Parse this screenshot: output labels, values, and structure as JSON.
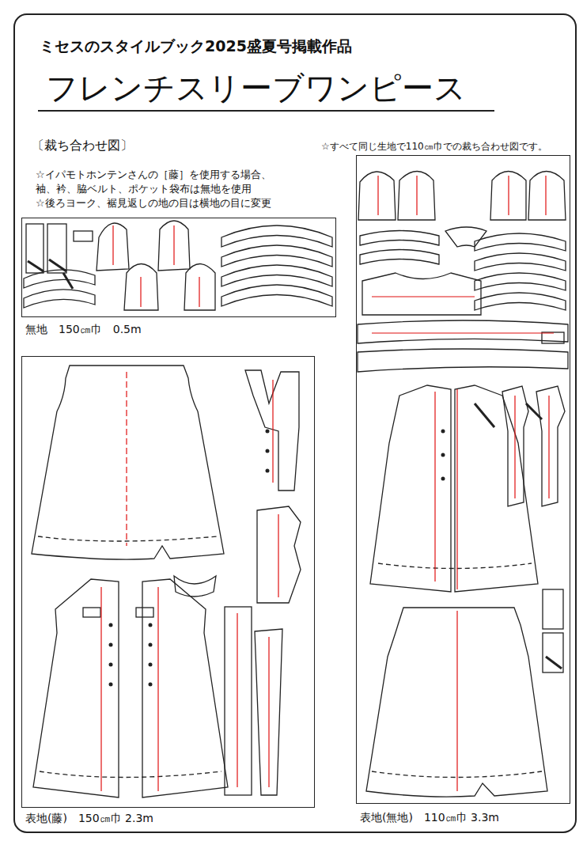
{
  "diagram": {
    "title": "フレンチスリーブワンピース",
    "nodes": [
      {
        "text": [
          "無地　150㎝巾　0.5m"
        ]
      },
      {
        "text": [
          "表地(藤)　150㎝巾 2.3m"
        ]
      },
      {
        "text": [
          "表地(無地)　110㎝巾 3.3m"
        ]
      }
    ],
    "labels": [
      "ミセスのスタイルブック2025盛夏号掲載作品",
      "〔裁ち合わせ図〕",
      "☆すべて同じ生地で110㎝巾での裁ち合わせ図です。",
      "☆イパモトホンテンさんの［藤］を使用する場合、 袖、衿、脇ベルト、ポケット袋布は無地を使用",
      "☆後ろヨーク、裾見返しの地の目は横地の目に変更"
    ]
  }
}
